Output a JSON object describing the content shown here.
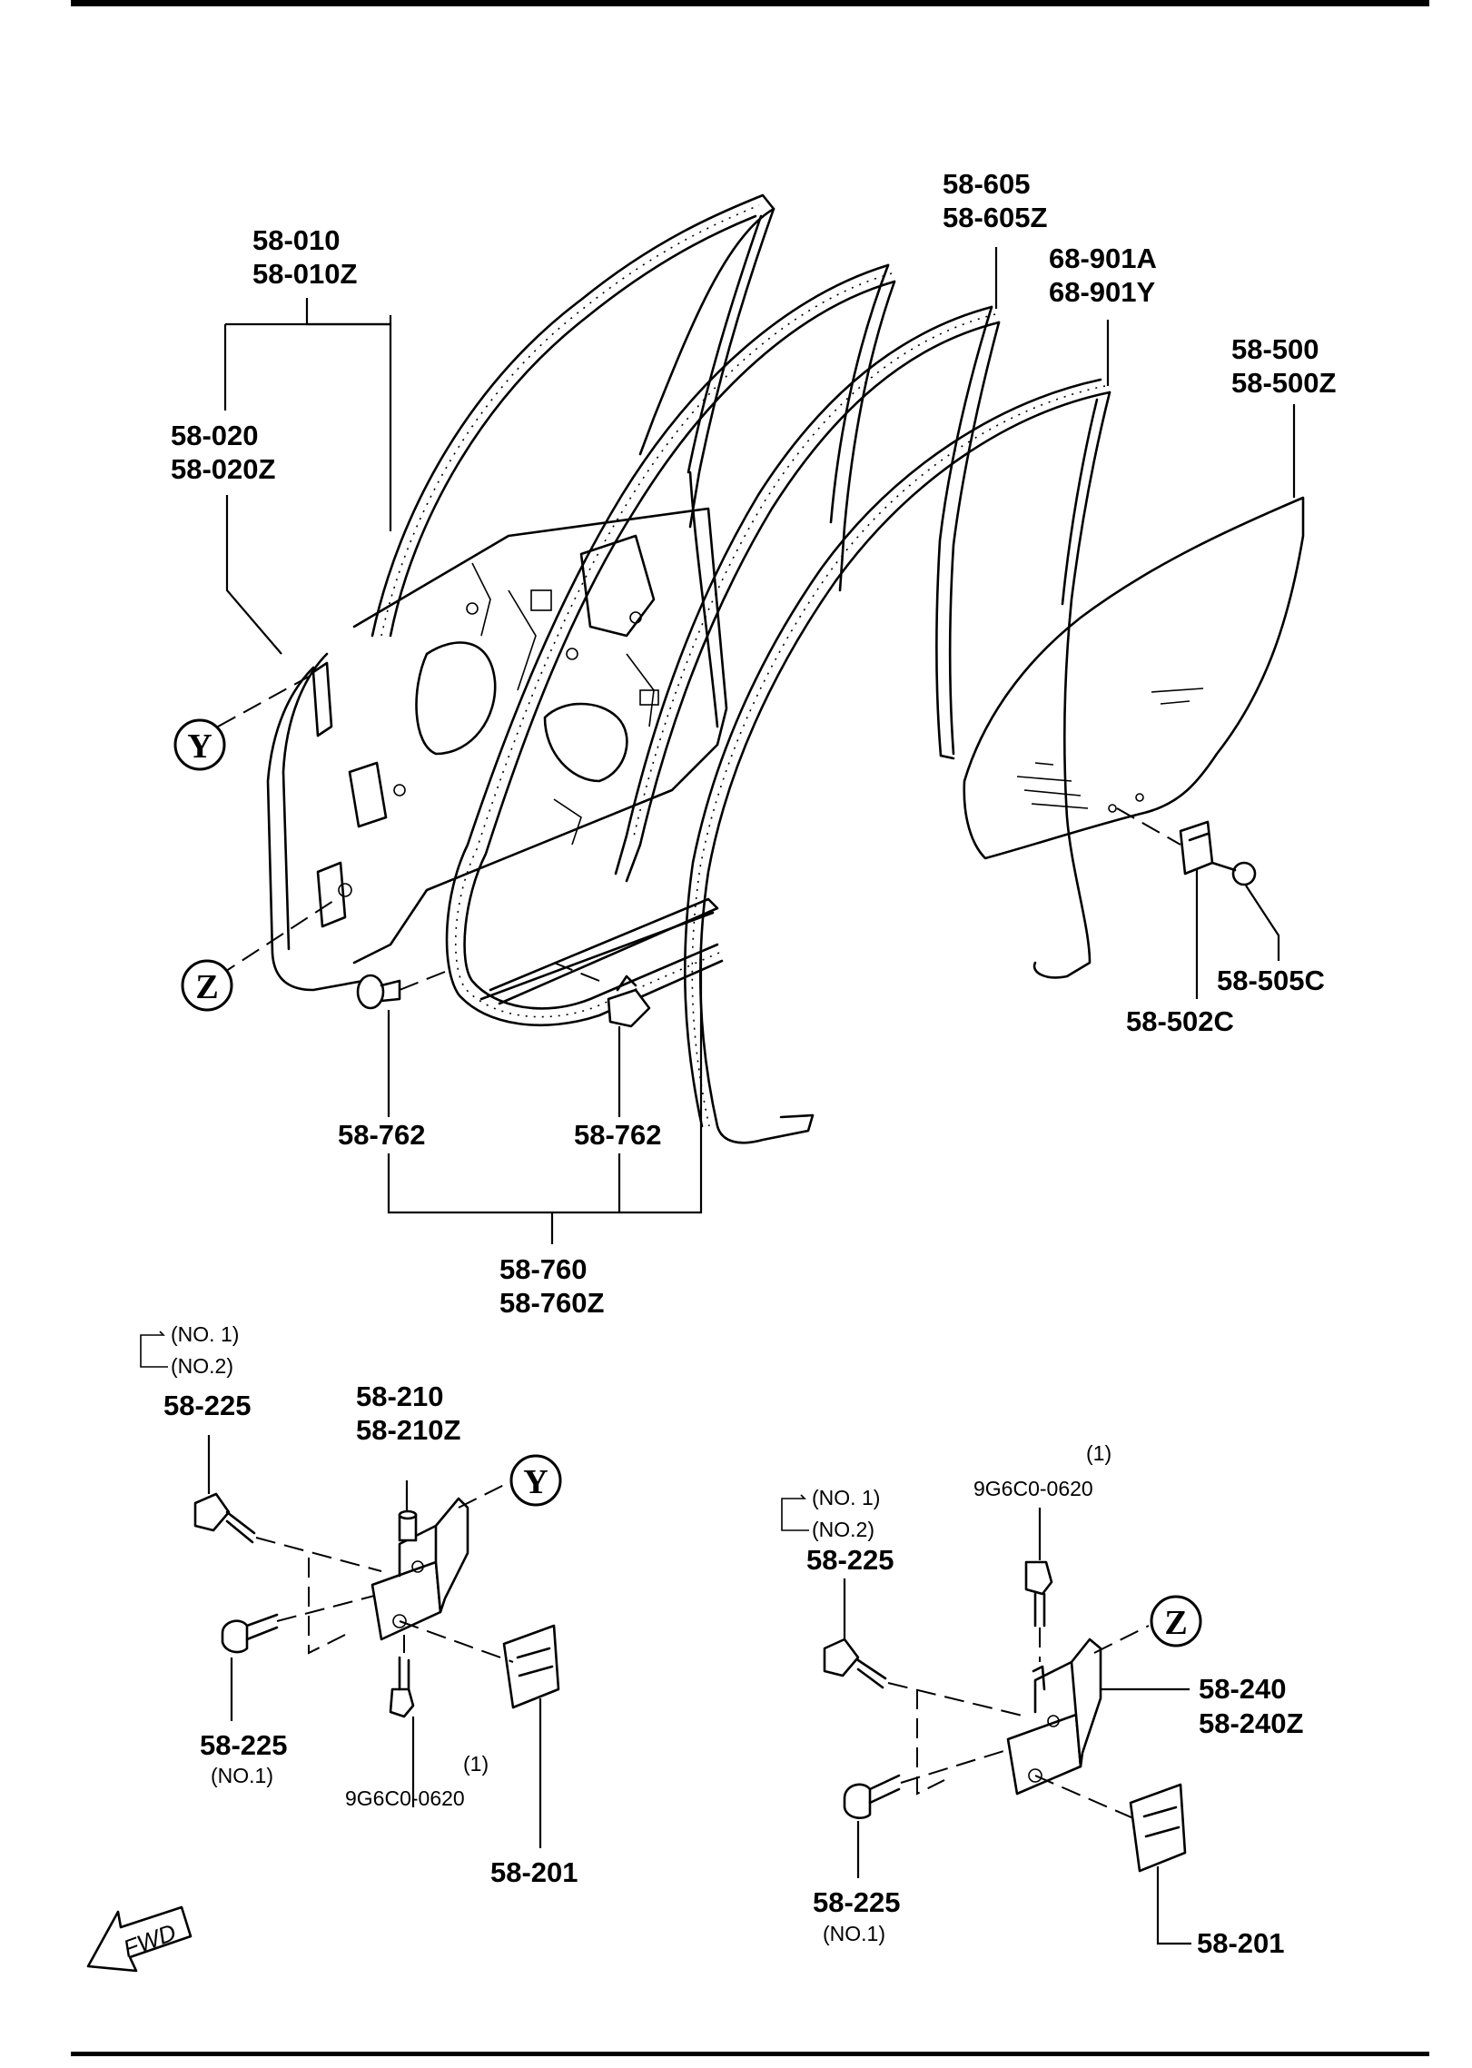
{
  "callouts": {
    "c58_010": [
      "58-010",
      "58-010Z"
    ],
    "c58_020": [
      "58-020",
      "58-020Z"
    ],
    "c58_605": [
      "58-605",
      "58-605Z"
    ],
    "c68_901": [
      "68-901A",
      "68-901Y"
    ],
    "c58_500": [
      "58-500",
      "58-500Z"
    ],
    "c58_505c": "58-505C",
    "c58_502c": "58-502C",
    "c58_762_left": "58-762",
    "c58_762_right": "58-762",
    "c58_760": [
      "58-760",
      "58-760Z"
    ],
    "c58_210": [
      "58-210",
      "58-210Z"
    ],
    "c58_240": [
      "58-240",
      "58-240Z"
    ],
    "c58_225_upper_left": "58-225",
    "c58_225_lower_left": "58-225",
    "c58_225_upper_right": "58-225",
    "c58_225_lower_right": "58-225",
    "no1_lower_left": "(NO.1)",
    "no1_lower_right": "(NO.1)",
    "bracket_left": [
      "(NO. 1)",
      "(NO.2)"
    ],
    "bracket_right": [
      "(NO. 1)",
      "(NO.2)"
    ],
    "bolt_left": "9G6C0-0620",
    "bolt_left_qty": "(1)",
    "bolt_right": "9G6C0-0620",
    "bolt_right_qty": "(1)",
    "c58_201_left": "58-201",
    "c58_201_right": "58-201"
  },
  "reference_markers": [
    "Y",
    "Z",
    "Y",
    "Z"
  ],
  "fwd_arrow": {
    "label": "FWD",
    "icon": "forward-arrow-icon"
  }
}
